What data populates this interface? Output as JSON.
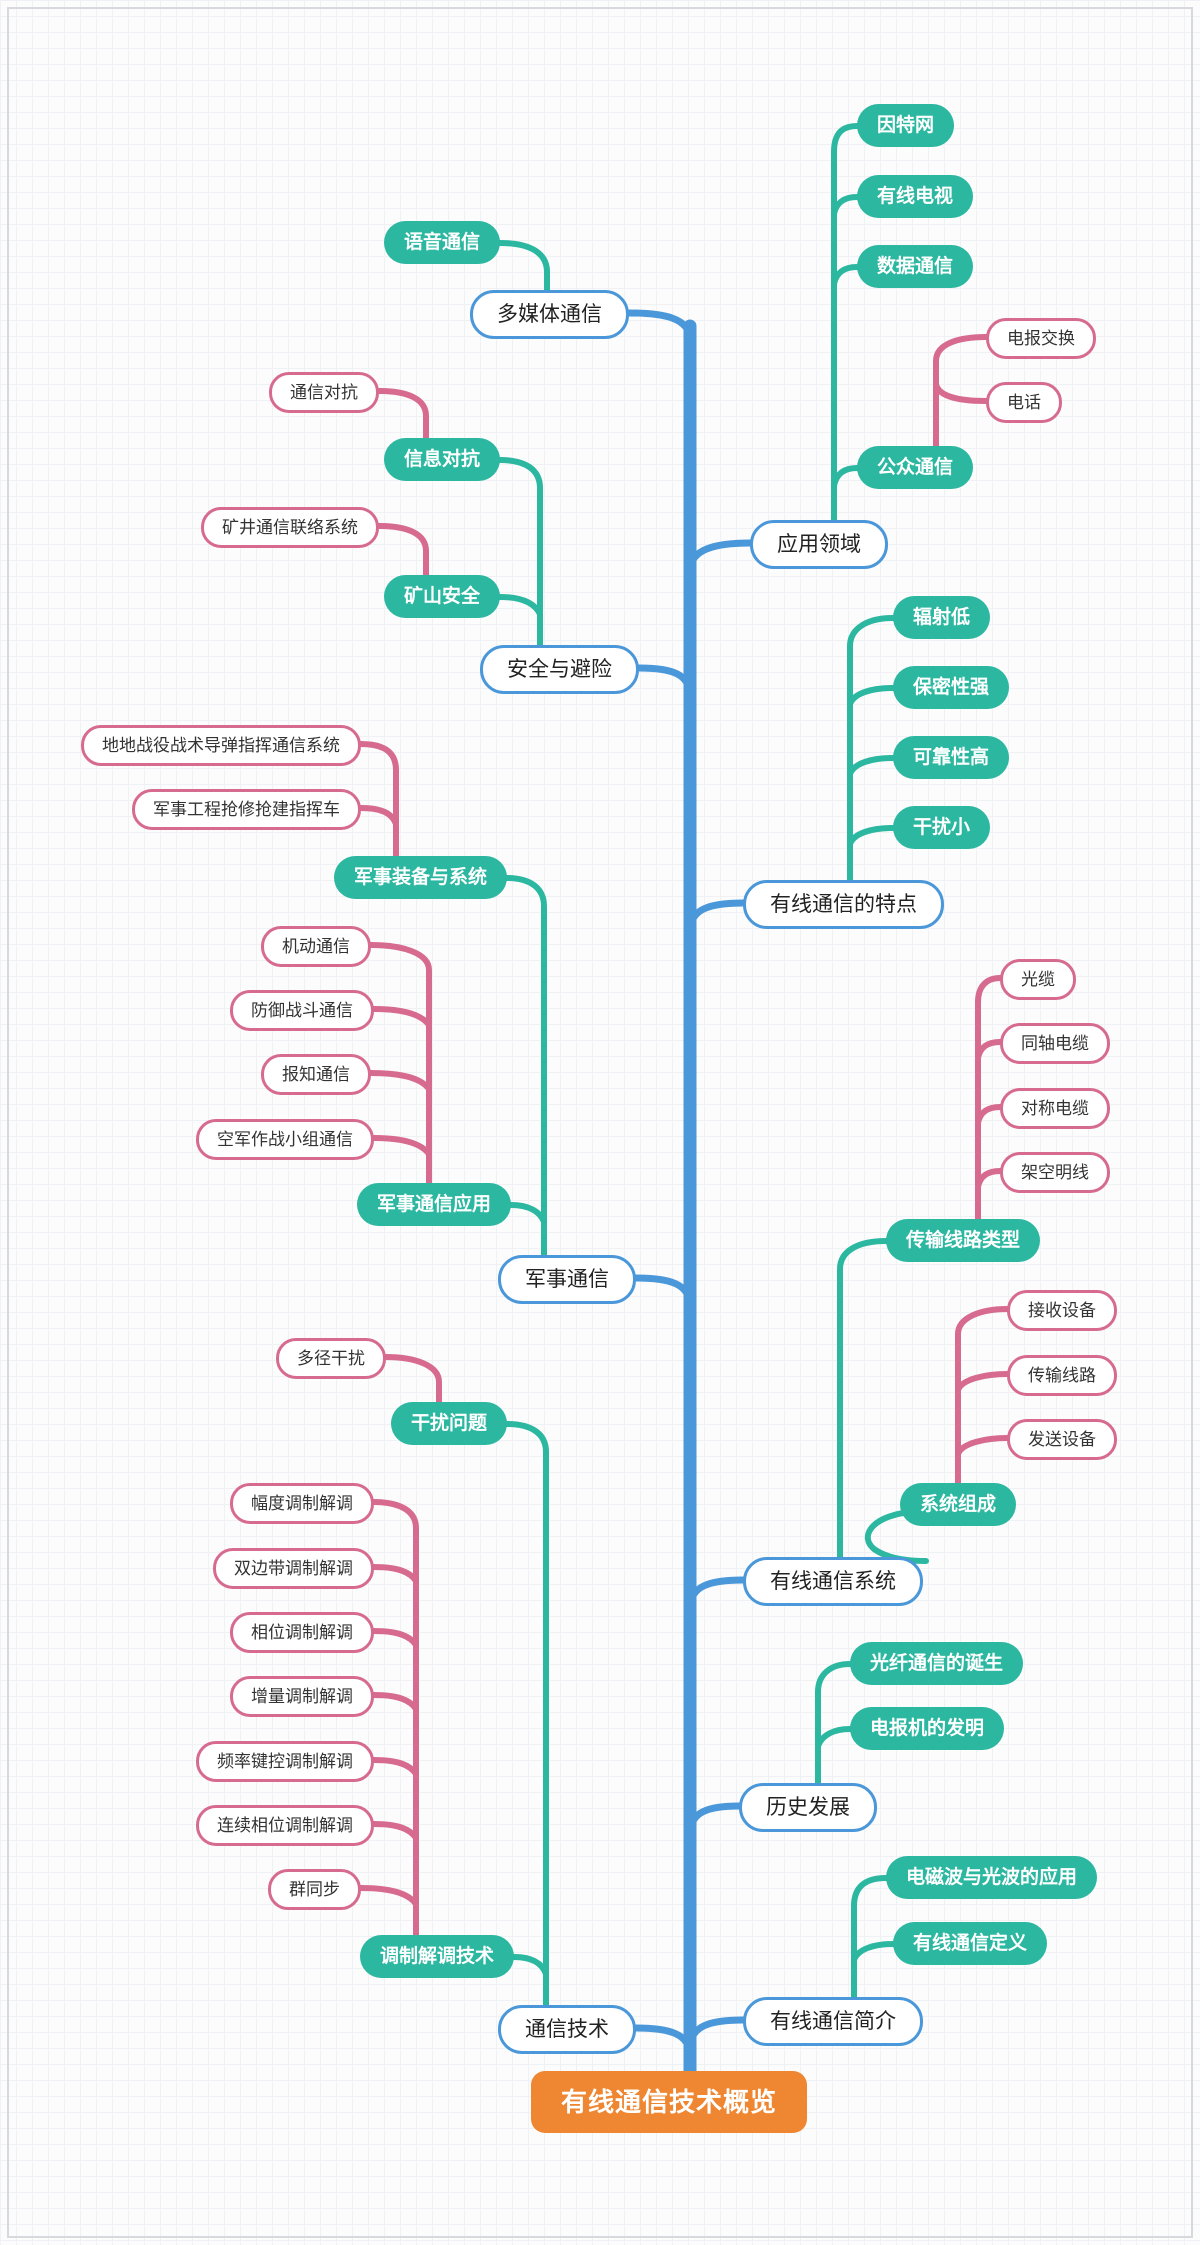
{
  "colors": {
    "trunk_blue": "#4a97d9",
    "category_teal": "#2bb7a0",
    "leaf_pink": "#d76a8f",
    "root_orange": "#ef8732",
    "grid_line": "#f0f1f4"
  },
  "root": {
    "label": "有线通信技术概览"
  },
  "branches": [
    {
      "label": "多媒体通信",
      "children": [
        {
          "label": "语音通信",
          "children": []
        }
      ]
    },
    {
      "label": "应用领域",
      "children": [
        {
          "label": "因特网",
          "children": []
        },
        {
          "label": "有线电视",
          "children": []
        },
        {
          "label": "数据通信",
          "children": []
        },
        {
          "label": "公众通信",
          "children": [
            {
              "label": "电报交换"
            },
            {
              "label": "电话"
            }
          ]
        }
      ]
    },
    {
      "label": "安全与避险",
      "children": [
        {
          "label": "信息对抗",
          "children": [
            {
              "label": "通信对抗"
            }
          ]
        },
        {
          "label": "矿山安全",
          "children": [
            {
              "label": "矿井通信联络系统"
            }
          ]
        }
      ]
    },
    {
      "label": "有线通信的特点",
      "children": [
        {
          "label": "辐射低",
          "children": []
        },
        {
          "label": "保密性强",
          "children": []
        },
        {
          "label": "可靠性高",
          "children": []
        },
        {
          "label": "干扰小",
          "children": []
        }
      ]
    },
    {
      "label": "军事通信",
      "children": [
        {
          "label": "军事装备与系统",
          "children": [
            {
              "label": "地地战役战术导弹指挥通信系统"
            },
            {
              "label": "军事工程抢修抢建指挥车"
            }
          ]
        },
        {
          "label": "军事通信应用",
          "children": [
            {
              "label": "机动通信"
            },
            {
              "label": "防御战斗通信"
            },
            {
              "label": "报知通信"
            },
            {
              "label": "空军作战小组通信"
            }
          ]
        }
      ]
    },
    {
      "label": "有线通信系统",
      "children": [
        {
          "label": "传输线路类型",
          "children": [
            {
              "label": "光缆"
            },
            {
              "label": "同轴电缆"
            },
            {
              "label": "对称电缆"
            },
            {
              "label": "架空明线"
            }
          ]
        },
        {
          "label": "系统组成",
          "children": [
            {
              "label": "接收设备"
            },
            {
              "label": "传输线路"
            },
            {
              "label": "发送设备"
            }
          ]
        }
      ]
    },
    {
      "label": "通信技术",
      "children": [
        {
          "label": "干扰问题",
          "children": [
            {
              "label": "多径干扰"
            }
          ]
        },
        {
          "label": "调制解调技术",
          "children": [
            {
              "label": "幅度调制解调"
            },
            {
              "label": "双边带调制解调"
            },
            {
              "label": "相位调制解调"
            },
            {
              "label": "增量调制解调"
            },
            {
              "label": "频率键控调制解调"
            },
            {
              "label": "连续相位调制解调"
            },
            {
              "label": "群同步"
            }
          ]
        }
      ]
    },
    {
      "label": "历史发展",
      "children": [
        {
          "label": "光纤通信的诞生",
          "children": []
        },
        {
          "label": "电报机的发明",
          "children": []
        }
      ]
    },
    {
      "label": "有线通信简介",
      "children": [
        {
          "label": "电磁波与光波的应用",
          "children": []
        },
        {
          "label": "有线通信定义",
          "children": []
        }
      ]
    }
  ]
}
